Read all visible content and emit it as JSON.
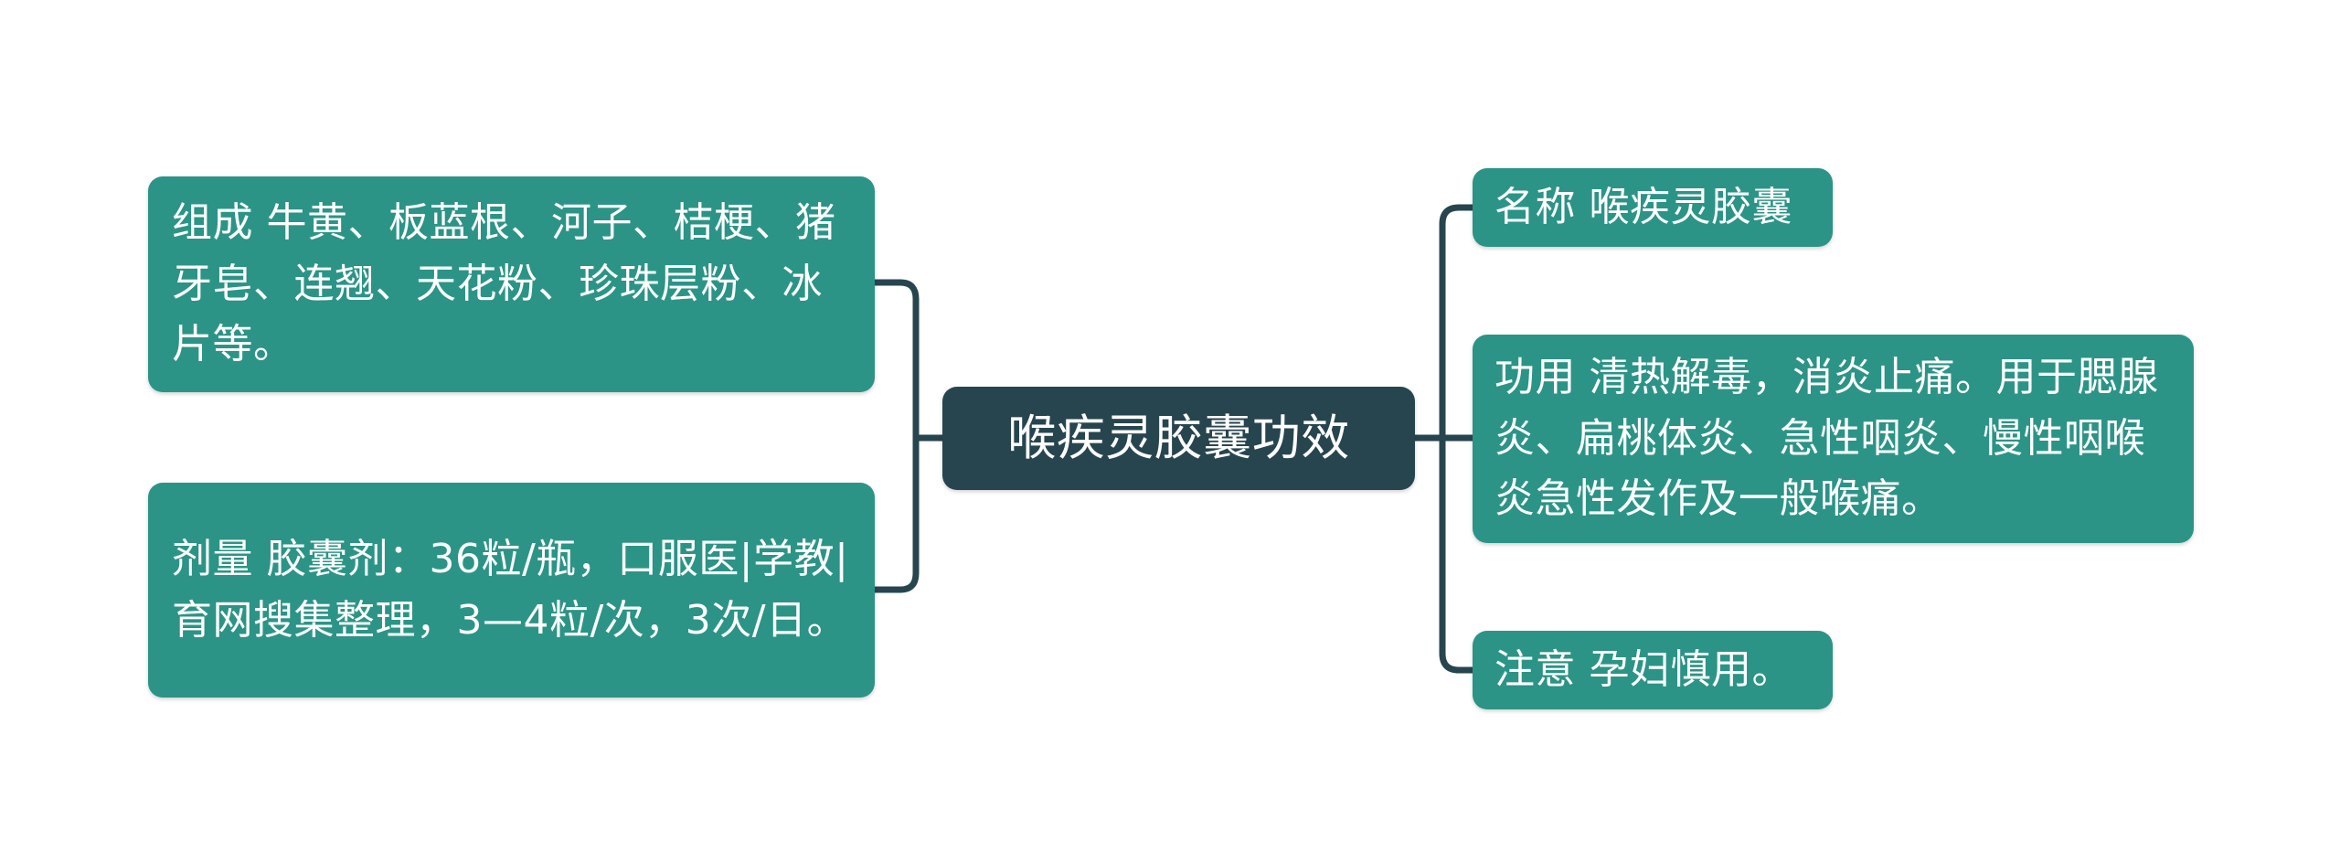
{
  "diagram": {
    "type": "mind-map",
    "title": "喉疾灵胶囊功效",
    "background_color": "#ffffff",
    "branch_color": "#2b9486",
    "root_color": "#27454f",
    "connector_color": "#27454f",
    "text_color": "#ffffff"
  },
  "root": {
    "label": "喉疾灵胶囊功效"
  },
  "left_branches": [
    {
      "key": "composition",
      "label": "组成 牛黄、板蓝根、河子、桔梗、猪牙皂、连翘、天花粉、珍珠层粉、冰片等。",
      "heading": "组成",
      "body": "牛黄、板蓝根、河子、桔梗、猪牙皂、连翘、天花粉、珍珠层粉、冰片等。"
    },
    {
      "key": "dosage",
      "label": "剂量 胶囊剂：36粒/瓶，口服医|学教|育网搜集整理，3—4粒/次，3次/日。",
      "heading": "剂量",
      "body": "胶囊剂：36粒/瓶，口服医|学教|育网搜集整理，3—4粒/次，3次/日。"
    }
  ],
  "right_branches": [
    {
      "key": "name",
      "label": "名称 喉疾灵胶囊",
      "heading": "名称",
      "body": "喉疾灵胶囊"
    },
    {
      "key": "function",
      "label": "功用 清热解毒，消炎止痛。用于腮腺炎、扁桃体炎、急性咽炎、慢性咽喉炎急性发作及一般喉痛。",
      "heading": "功用",
      "body": "清热解毒，消炎止痛。用于腮腺炎、扁桃体炎、急性咽炎、慢性咽喉炎急性发作及一般喉痛。"
    },
    {
      "key": "caution",
      "label": "注意 孕妇慎用。",
      "heading": "注意",
      "body": "孕妇慎用。"
    }
  ]
}
